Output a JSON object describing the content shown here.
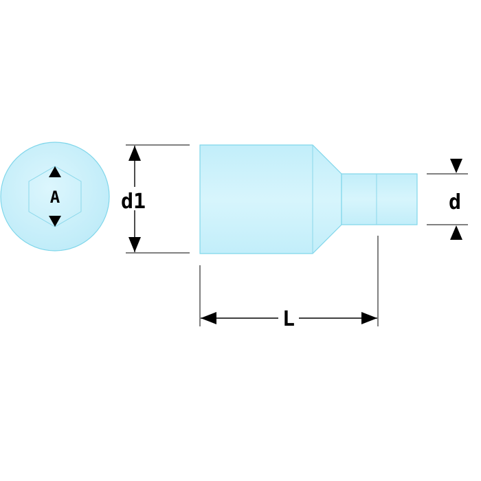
{
  "colors": {
    "part_fill": "#ccf2fb",
    "part_outline": "#7fd6ea",
    "dimension": "#000000",
    "background": "#ffffff"
  },
  "labels": {
    "hex_size": "A",
    "body_diameter": "d1",
    "length": "L",
    "drive_diameter": "d"
  }
}
